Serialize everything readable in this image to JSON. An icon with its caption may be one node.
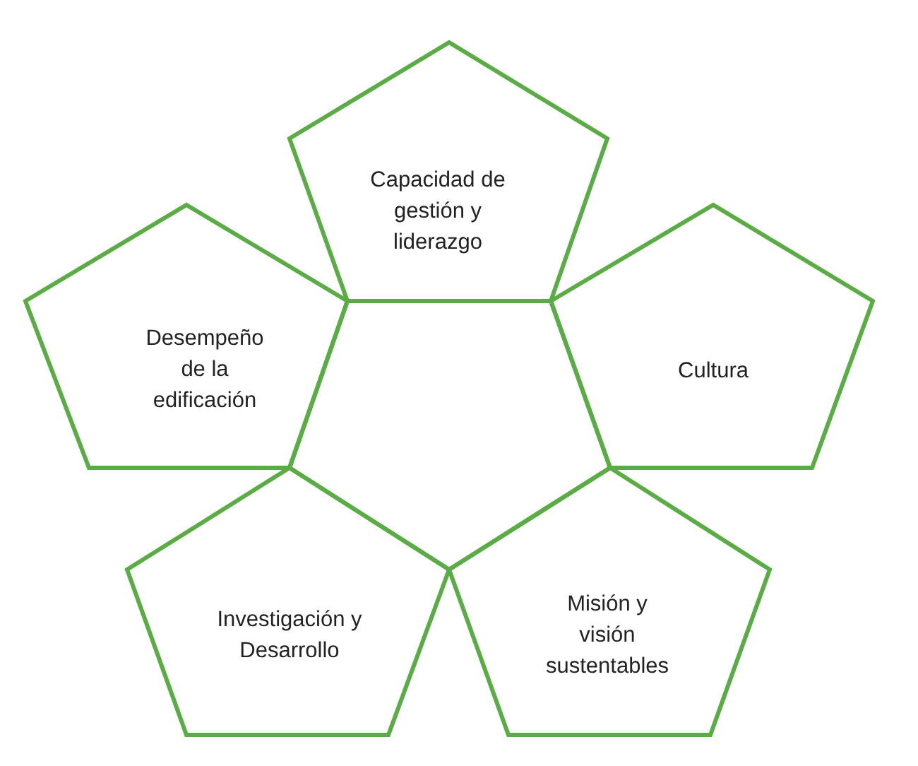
{
  "diagram": {
    "nodes": [
      {
        "text": [
          "Capacidad de gestión y liderazgo"
        ]
      },
      {
        "text": [
          "Desempeño de la edificación"
        ]
      },
      {
        "text": [
          "Cultura"
        ]
      },
      {
        "text": [],
        "shape": "pentagon"
      },
      {
        "text": [
          "Investigación y Desarrollo"
        ]
      },
      {
        "text": [
          "Misión y visión sustentables"
        ]
      }
    ]
  }
}
